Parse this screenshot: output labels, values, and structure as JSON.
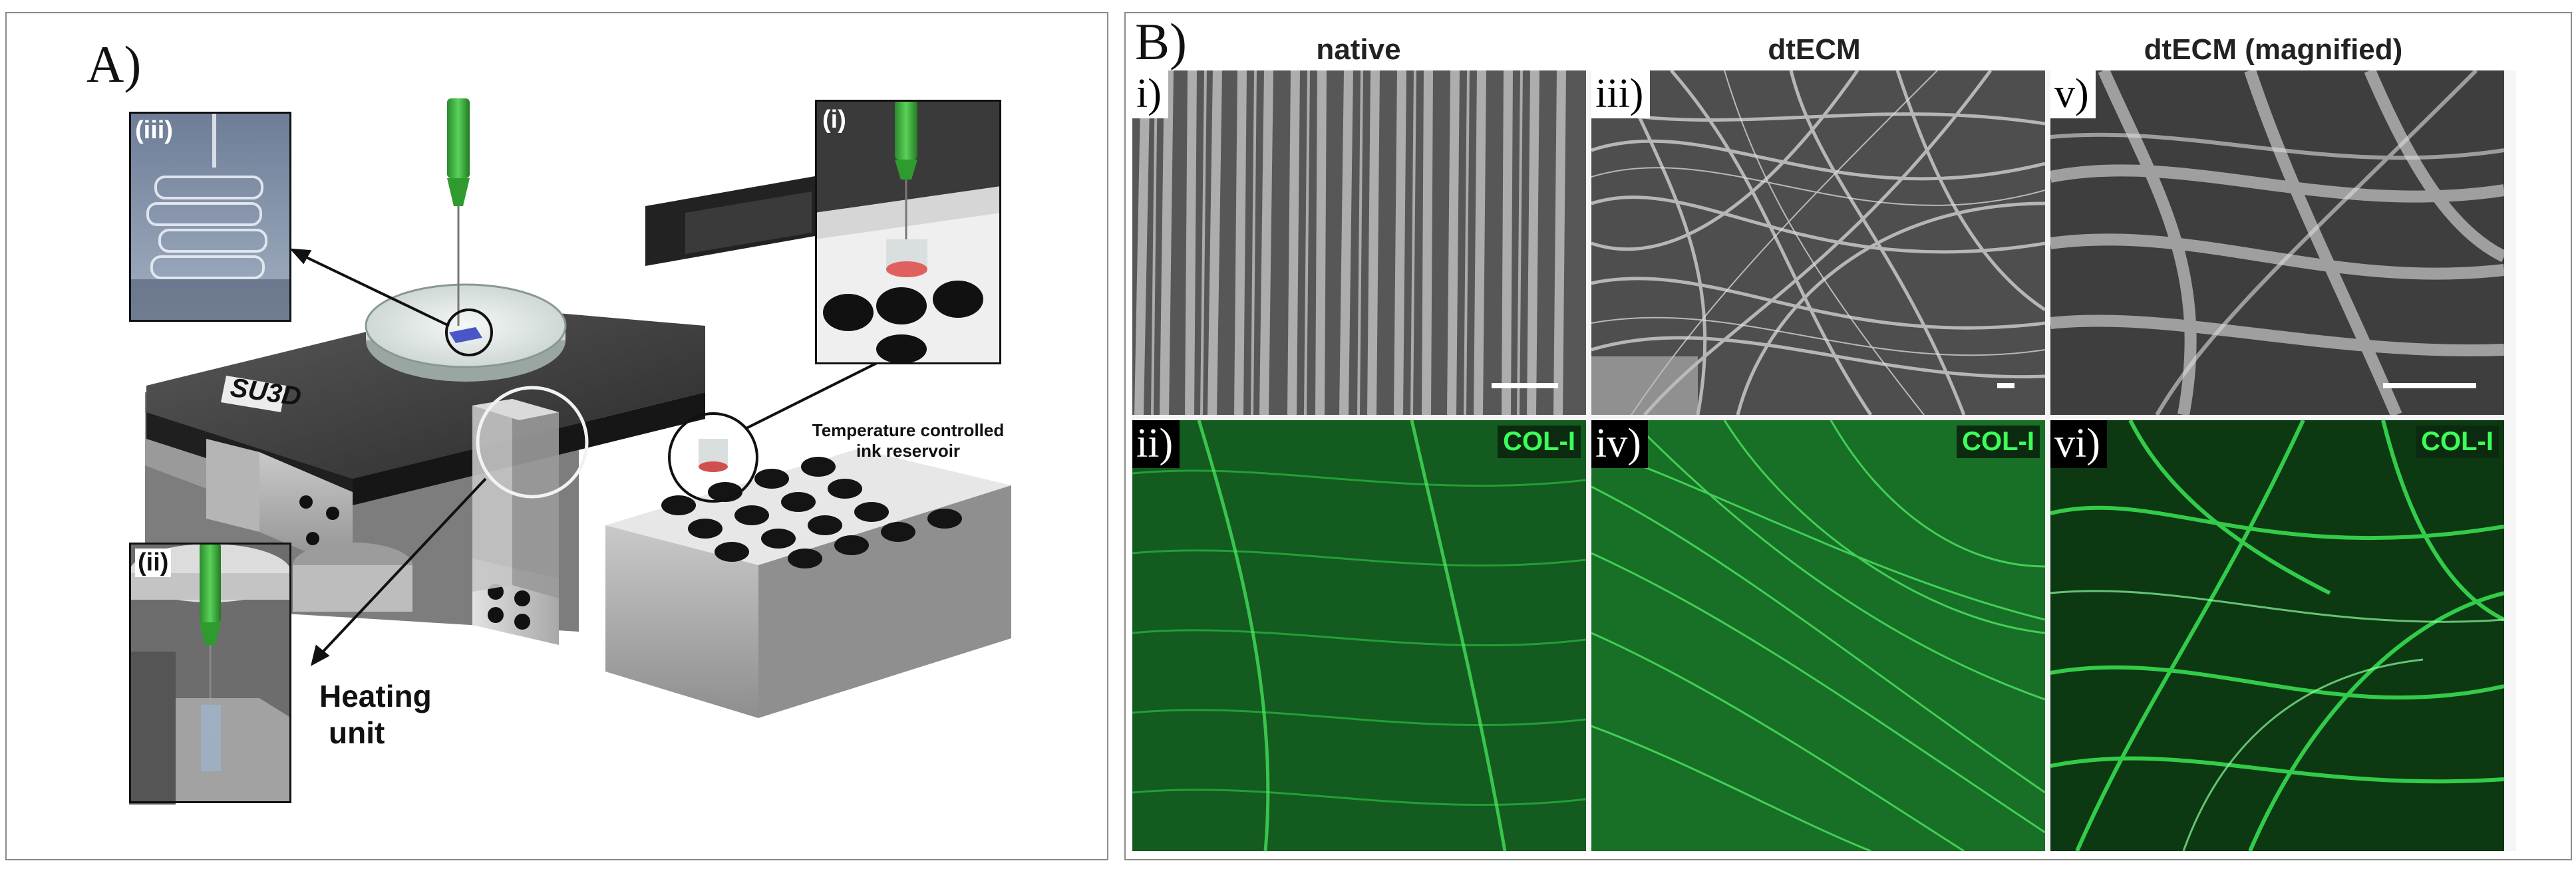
{
  "panel_a": {
    "letter": "A)",
    "logo": "SU3D",
    "insets": {
      "iii": "(iii)",
      "i": "(i)",
      "ii": "(ii)"
    },
    "callouts": {
      "reservoir_line1": "Temperature controlled",
      "reservoir_line2": "ink reservoir",
      "heating_line1": "Heating",
      "heating_line2": "unit"
    }
  },
  "panel_b": {
    "letter": "B)",
    "columns": [
      "native",
      "dtECM",
      "dtECM (magnified)"
    ],
    "tiles": [
      {
        "id": "i",
        "label": "i)",
        "stain": ""
      },
      {
        "id": "iii",
        "label": "iii)",
        "stain": ""
      },
      {
        "id": "v",
        "label": "v)",
        "stain": ""
      },
      {
        "id": "ii",
        "label": "ii)",
        "stain": "COL-I"
      },
      {
        "id": "iv",
        "label": "iv)",
        "stain": "COL-I"
      },
      {
        "id": "vi",
        "label": "vi)",
        "stain": "COL-I"
      }
    ]
  },
  "colors": {
    "nozzle_green": "#3fb33f",
    "fluor_green": "#2fd94a",
    "sem_gray": "#8c8c8c",
    "frame_dark": "#2e2e2e"
  }
}
